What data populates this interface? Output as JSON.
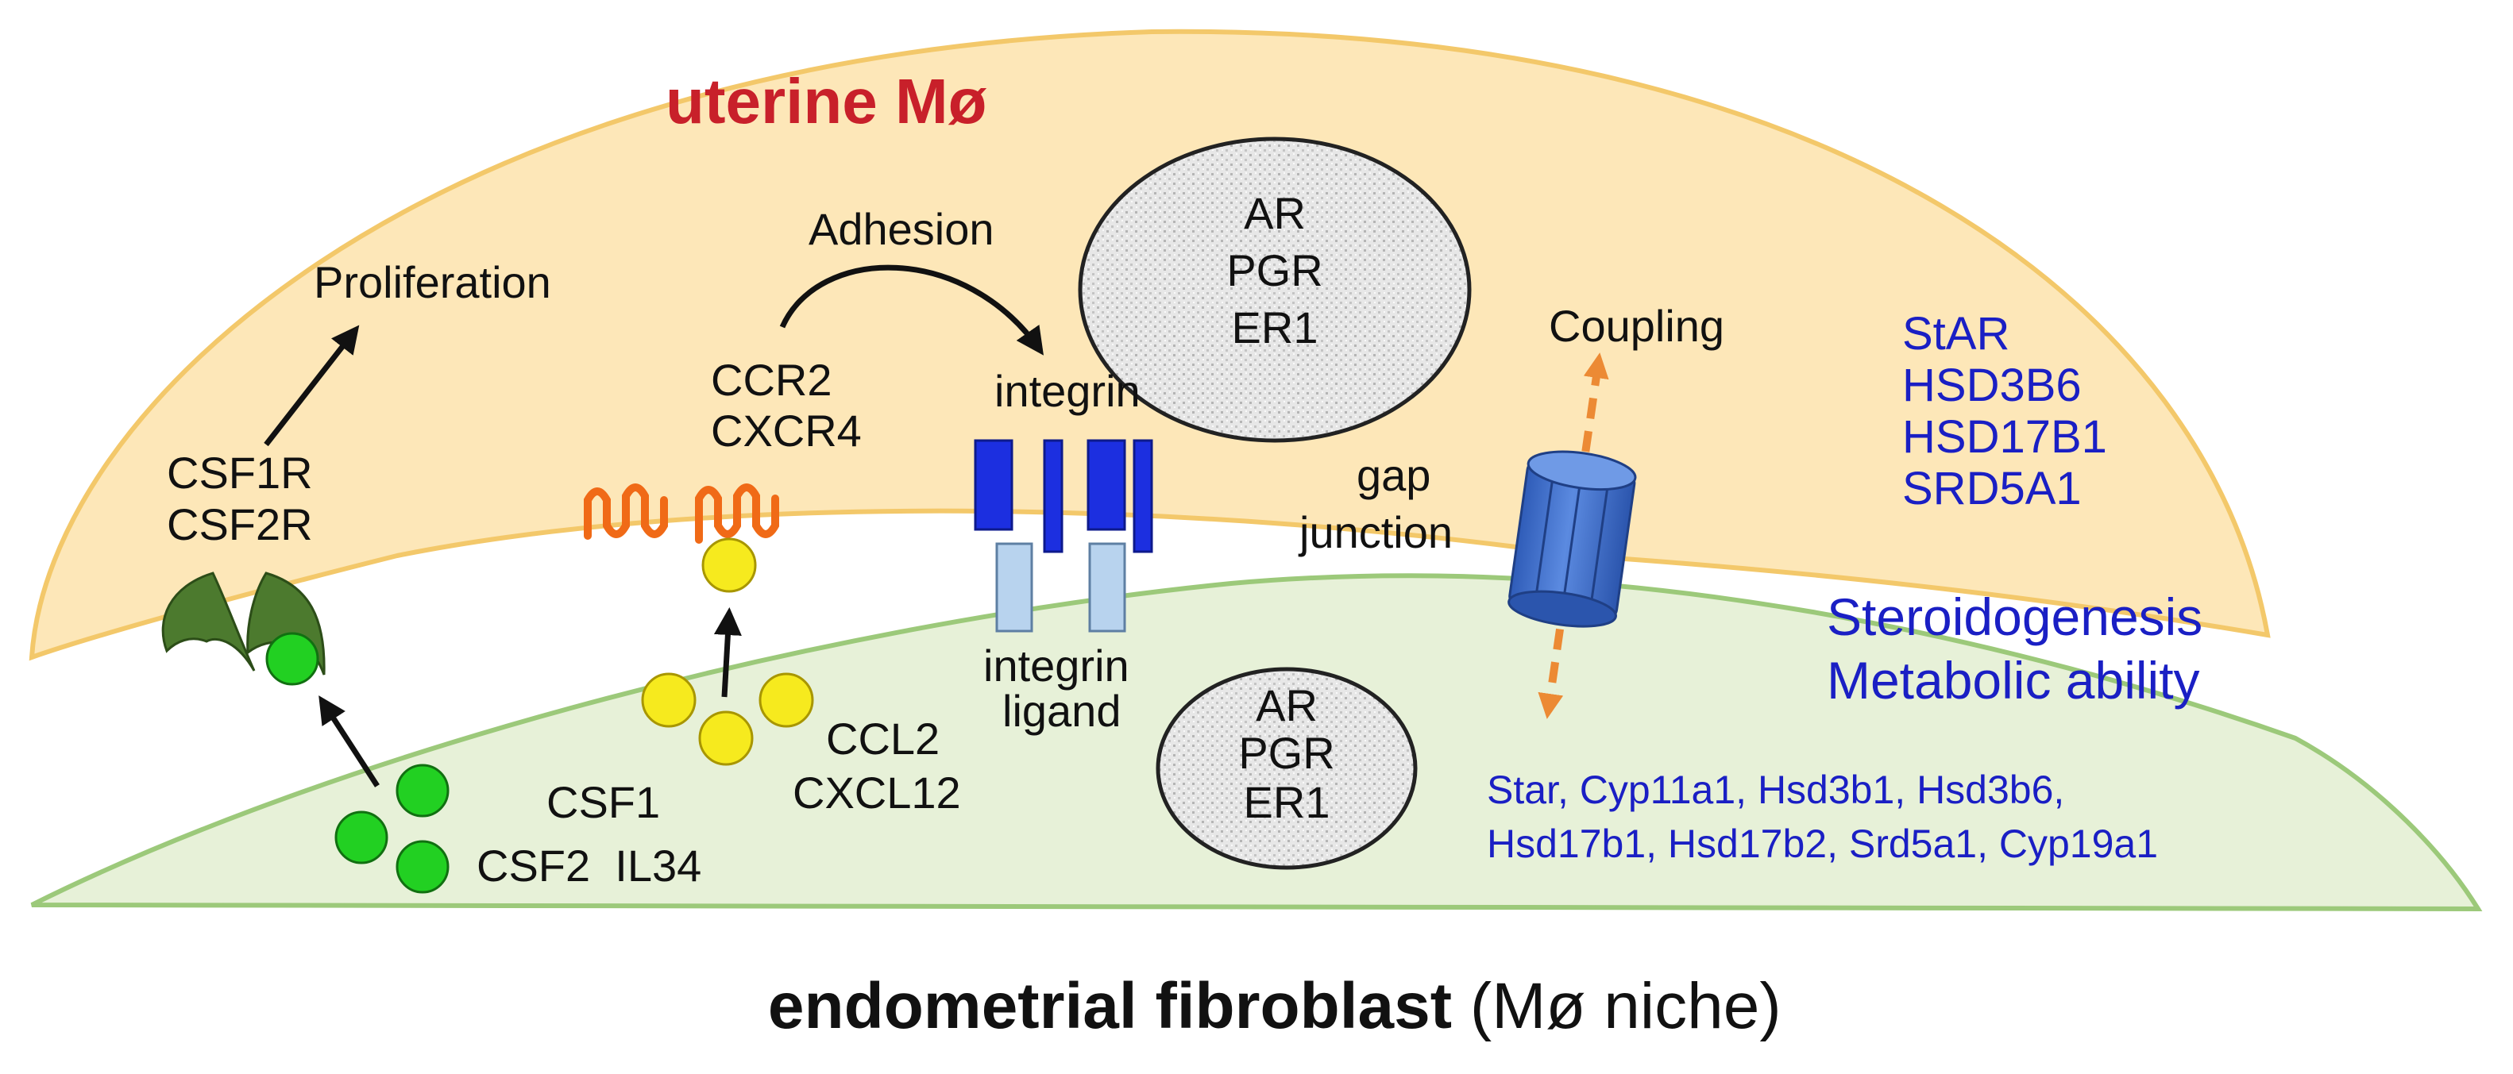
{
  "macrophage": {
    "title": "uterine Mø"
  },
  "nucleus_top": {
    "lines": [
      "AR",
      "PGR",
      "ER1"
    ]
  },
  "nucleus_bottom": {
    "lines": [
      "AR",
      "PGR",
      "ER1"
    ]
  },
  "processes": {
    "proliferation": "Proliferation",
    "adhesion": "Adhesion",
    "coupling": "Coupling"
  },
  "receptors": {
    "csf_receptors": [
      "CSF1R",
      "CSF2R"
    ],
    "chemokine_receptors": [
      "CCR2",
      "CXCR4"
    ],
    "integrin": "integrin"
  },
  "ligands": {
    "csf1": "CSF1",
    "csf2_il34": "CSF2  IL34",
    "chemokines": [
      "CCL2",
      "CXCL12"
    ],
    "integrin_ligand": [
      "integrin",
      "ligand"
    ]
  },
  "gap_junction": {
    "lines": [
      "gap",
      "junction"
    ]
  },
  "macrophage_genes": [
    "StAR",
    "HSD3B6",
    "HSD17B1",
    "SRD5A1"
  ],
  "functions": [
    "Steroidogenesis",
    "Metabolic ability"
  ],
  "fibroblast_genes": [
    "Star, Cyp11a1, Hsd3b1, Hsd3b6,",
    "Hsd17b1, Hsd17b2, Srd5a1, Cyp19a1"
  ],
  "caption": {
    "bold": "endometrial fibroblast",
    "normal": " (Mø niche)"
  },
  "colors": {
    "macrophage_fill": "#fde7b8",
    "macrophage_stroke": "#f3c86a",
    "fibroblast_fill": "#e7f1d8",
    "fibroblast_stroke": "#9cc97a",
    "gene_blue": "#1a1fc4",
    "title_red": "#c8202a",
    "arrow_orange": "#ec8a34",
    "csf_green": "#22d022",
    "chemokine_yellow": "#f6ea1e",
    "receptor_orange": "#f06a17",
    "integrin_blue": "#1c2fe0",
    "ligand_lightblue": "#b8d3ee",
    "gap_junction_blue": "#3f6fcf"
  }
}
